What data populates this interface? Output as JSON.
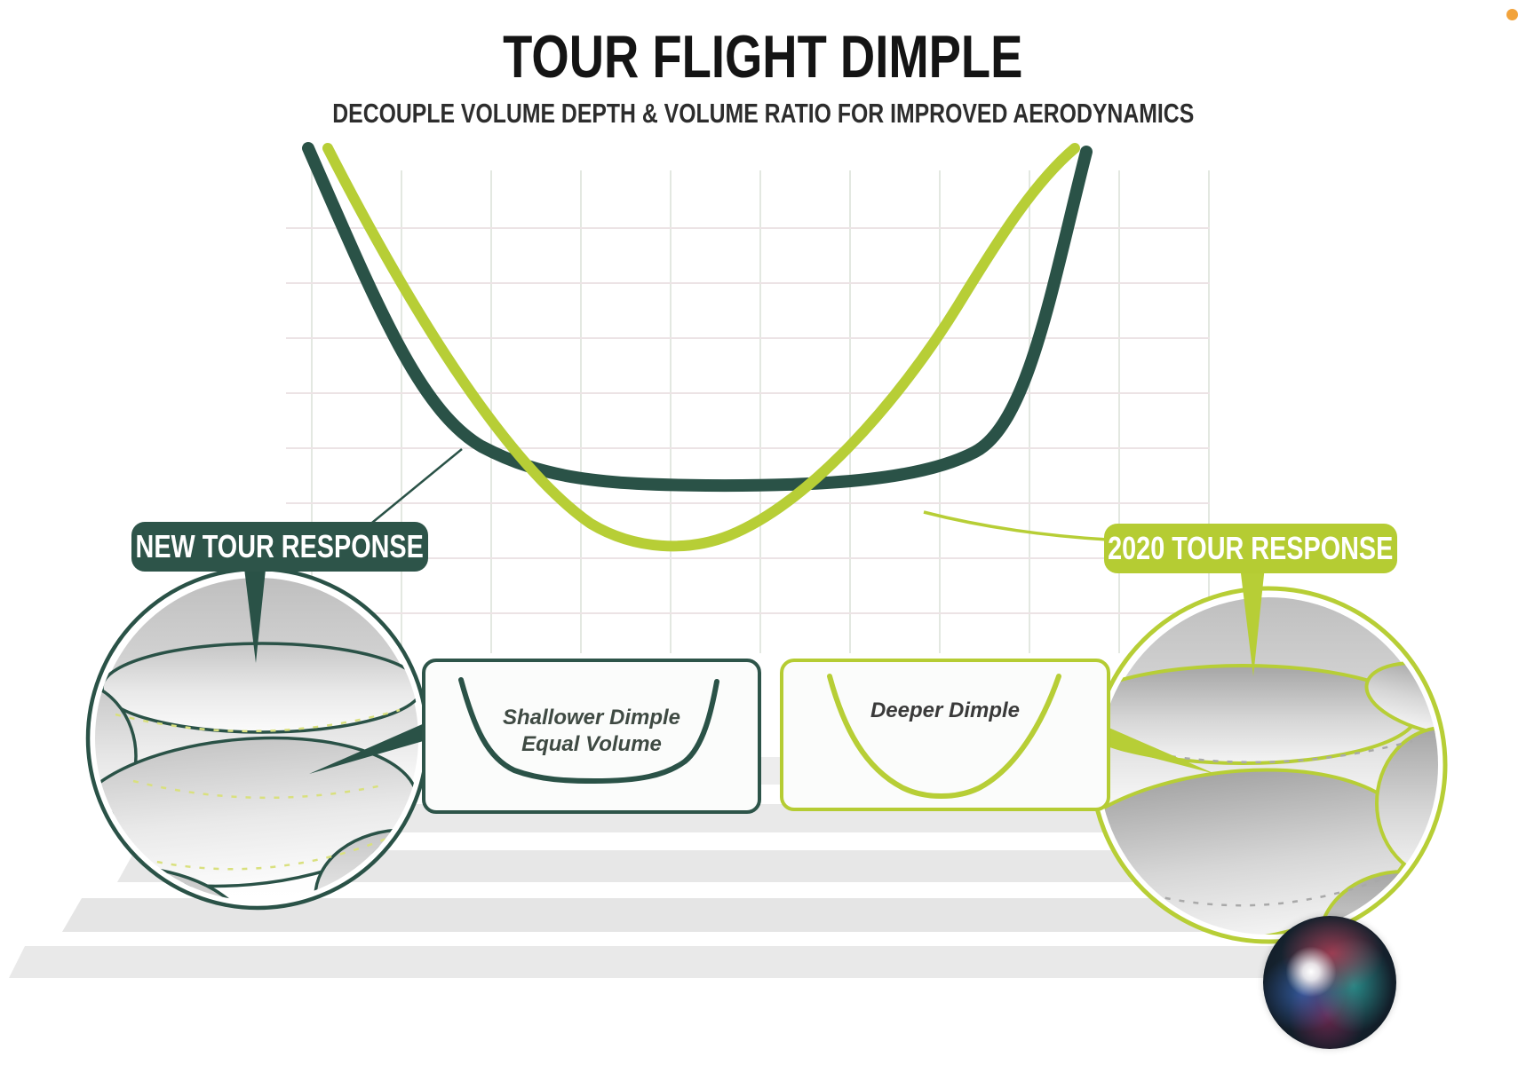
{
  "header": {
    "title": "TOUR FLIGHT DIMPLE",
    "subtitle": "DECOUPLE VOLUME DEPTH & VOLUME RATIO FOR IMPROVED AERODYNAMICS"
  },
  "badges": {
    "new_tour": {
      "label": "NEW TOUR RESPONSE",
      "bg_color": "#2d5449",
      "text_color": "#ffffff"
    },
    "tour_2020": {
      "label": "2020 TOUR RESPONSE",
      "bg_color": "#b5cc33",
      "text_color": "#ffffff"
    }
  },
  "callouts": {
    "shallower": {
      "line1": "Shallower Dimple",
      "line2": "Equal Volume",
      "border_color": "#2d5449"
    },
    "deeper": {
      "line1": "Deeper Dimple",
      "border_color": "#b5cc33"
    }
  },
  "chart": {
    "type": "line",
    "grid": true,
    "axis_labels": "none (unlabeled stylized response plot)",
    "series": [
      {
        "name": "NEW TOUR RESPONSE",
        "color": "#2d5449",
        "profile": "steep descent, long shallow flat bottom, steep ascent (shallower dimple, equal volume)"
      },
      {
        "name": "2020 TOUR RESPONSE",
        "color": "#b5cc33",
        "profile": "deeper narrower U-shaped dimple cross-section"
      }
    ]
  },
  "decorations": {
    "left_ball": "golf-ball close-up with dark-green outlined dimples",
    "right_ball": "golf-ball close-up with lime outlined dimples",
    "siri_orb": "voice-assistant orb overlay",
    "orange_dot_color": "#f2a33c"
  }
}
